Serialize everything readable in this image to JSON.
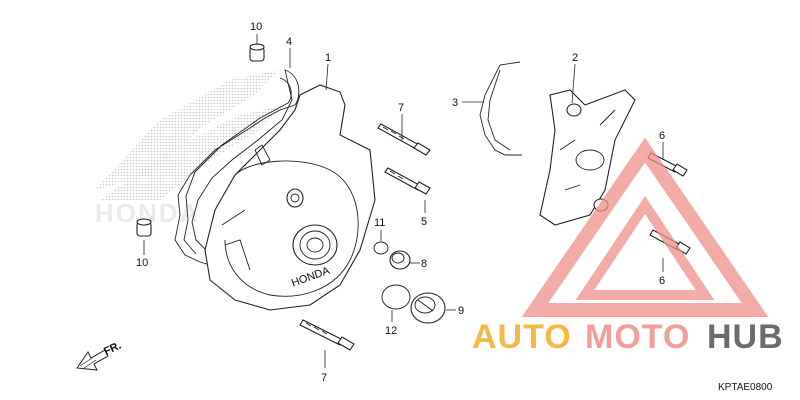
{
  "diagram": {
    "part_labels": [
      {
        "id": "p1",
        "text": "1"
      },
      {
        "id": "p2",
        "text": "2"
      },
      {
        "id": "p3",
        "text": "3"
      },
      {
        "id": "p4",
        "text": "4"
      },
      {
        "id": "p5",
        "text": "5"
      },
      {
        "id": "p6a",
        "text": "6"
      },
      {
        "id": "p6b",
        "text": "6"
      },
      {
        "id": "p7a",
        "text": "7"
      },
      {
        "id": "p7b",
        "text": "7"
      },
      {
        "id": "p8",
        "text": "8"
      },
      {
        "id": "p9",
        "text": "9"
      },
      {
        "id": "p10a",
        "text": "10"
      },
      {
        "id": "p10b",
        "text": "10"
      },
      {
        "id": "p11",
        "text": "11"
      },
      {
        "id": "p12",
        "text": "12"
      }
    ],
    "cover_text": "HONDA",
    "front_arrow_text": "FR.",
    "diagram_code": "KPTAE0800"
  },
  "watermark": {
    "brand_part1": "AUTO",
    "brand_part2": "MOTO",
    "brand_part3": "HUB",
    "background_logo_text": "HONDA",
    "colors": {
      "auto": "#f5b94a",
      "moto": "#f0a098",
      "hub": "#6b6b6b",
      "triangle": "#ee8f8a"
    }
  }
}
